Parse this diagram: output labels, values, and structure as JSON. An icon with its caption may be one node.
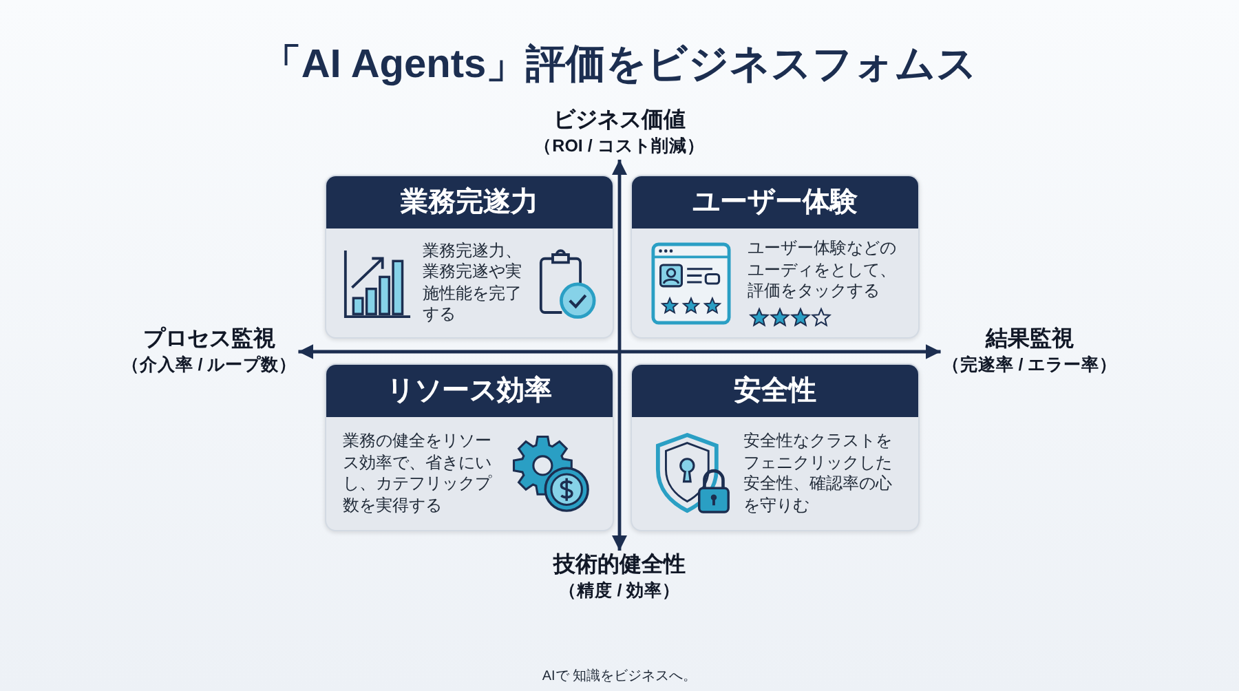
{
  "diagram": {
    "title": "「AI Agents」評価をビジネスフォムス",
    "nodes": [
      {
        "text": [
          "ビジネス価値",
          "（ROI / コスト削減）"
        ]
      },
      {
        "text": [
          "業務完遂力",
          "業務完遂力、業務完遂や実施性能を完了する"
        ]
      },
      {
        "text": [
          "ユーザー体験",
          "ユーザー体験などのユーディをとして、評価をタックする"
        ]
      },
      {
        "text": [
          "プロセス監視",
          "（介入率 / ループ数）"
        ]
      },
      {
        "text": [
          "結果監視",
          "（完遂率 / エラー率）"
        ]
      },
      {
        "text": [
          "リソース効率",
          "業務の健全をリソース効率で、省きにいし、カテフリックプ数を実得する"
        ]
      },
      {
        "text": [
          "安全性",
          "安全性なクラストをフェニクリックした安全性、確認率の心を守りむ"
        ]
      },
      {
        "text": [
          "技術的健全性",
          "（精度 / 効率）"
        ]
      }
    ],
    "edges": [
      {
        "from": 0,
        "to": 7,
        "arrow": "both"
      },
      {
        "from": 3,
        "to": 4,
        "arrow": "both"
      }
    ],
    "labels": [
      "AIで 知識をビジネスへ。"
    ]
  }
}
